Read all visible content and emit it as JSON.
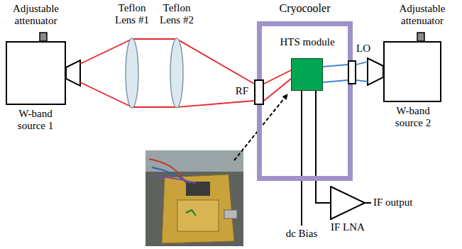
{
  "diagram": {
    "nodes": [
      {
        "text": [
          "Adjustable attenuator",
          "W-band source 1"
        ]
      },
      {
        "text": [
          "Teflon Lens #1"
        ]
      },
      {
        "text": [
          "Teflon Lens #2"
        ]
      },
      {
        "text": [
          "Cryocooler"
        ]
      },
      {
        "text": [
          "RF"
        ]
      },
      {
        "text": [
          "HTS module"
        ],
        "in": 3
      },
      {
        "text": [
          "LO"
        ]
      },
      {
        "text": [
          "Adjustable attenuator",
          "W-band source 2"
        ]
      },
      {
        "text": [
          "IF LNA"
        ]
      }
    ],
    "edges": [
      {
        "from": 0,
        "to": 1,
        "arrow": "none"
      },
      {
        "from": 1,
        "to": 2,
        "arrow": "none"
      },
      {
        "from": 2,
        "to": 4,
        "arrow": "none"
      },
      {
        "from": 4,
        "to": 5,
        "arrow": "none"
      },
      {
        "from": 7,
        "to": 6,
        "arrow": "none"
      },
      {
        "from": 6,
        "to": 5,
        "arrow": "none"
      },
      {
        "from": 5,
        "to": 8,
        "arrow": "none"
      }
    ],
    "labels": [
      "dc Bias",
      "IF output"
    ]
  }
}
